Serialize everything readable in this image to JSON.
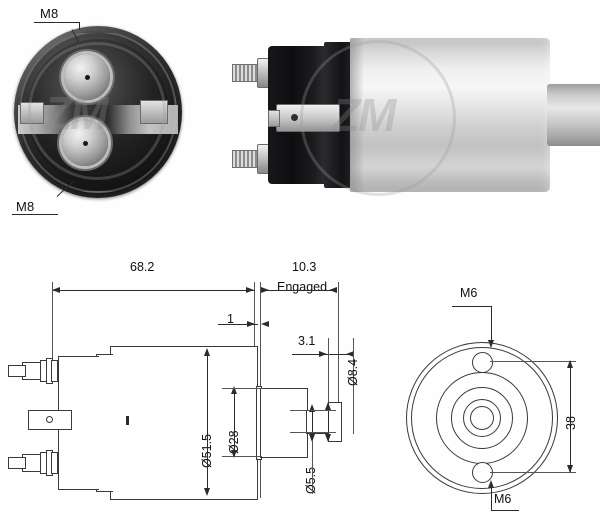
{
  "document": {
    "type": "technical-product-sheet",
    "subject": "starter-motor-solenoid",
    "background_color": "#fefefe",
    "line_color": "#2b2b2b"
  },
  "photos": {
    "front_view": {
      "name": "solenoid-front-end-view",
      "watermark": "ZM",
      "terminal_labels": [
        {
          "text": "M8",
          "position": "top-left"
        },
        {
          "text": "M8",
          "position": "bottom-left"
        }
      ]
    },
    "side_view": {
      "name": "solenoid-side-view",
      "watermark": "ZM"
    }
  },
  "drawings": {
    "side_elevation": {
      "name": "side-elevation-drawing",
      "dimensions": {
        "overall_body_length": "68.2",
        "plunger_travel": "10.3",
        "plunger_travel_note": "Engaged",
        "flange_thickness": "1",
        "tip_offset": "3.1",
        "body_diameter": "Ø51.5",
        "nose_diameter": "Ø28",
        "tip_diameter": "Ø8.4",
        "shaft_diameter": "Ø5.5"
      }
    },
    "end_elevation": {
      "name": "end-elevation-drawing",
      "dimensions": {
        "hole_centre_distance": "38"
      },
      "thread_callouts": [
        {
          "text": "M6",
          "position": "top"
        },
        {
          "text": "M6",
          "position": "bottom"
        }
      ]
    }
  }
}
